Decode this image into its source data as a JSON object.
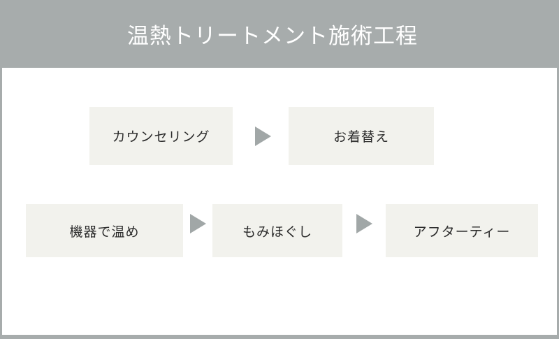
{
  "page": {
    "title": "温熱トリートメント施術工程"
  },
  "colors": {
    "frame_gray": "#a7acac",
    "panel_background": "#ffffff",
    "step_box_fill": "#f2f2ed",
    "arrow_gray": "#a1a7a7",
    "title_text": "#ffffff",
    "step_text": "#2b2b2b"
  },
  "icons": {
    "flow_arrow": "right-pointing-triangle ▶"
  },
  "flow": {
    "rows": [
      {
        "steps": [
          {
            "label": "カウンセリング"
          },
          {
            "label": "お着替え"
          }
        ]
      },
      {
        "steps": [
          {
            "label": "機器で温め"
          },
          {
            "label": "もみほぐし"
          },
          {
            "label": "アフターティー"
          }
        ]
      }
    ]
  }
}
